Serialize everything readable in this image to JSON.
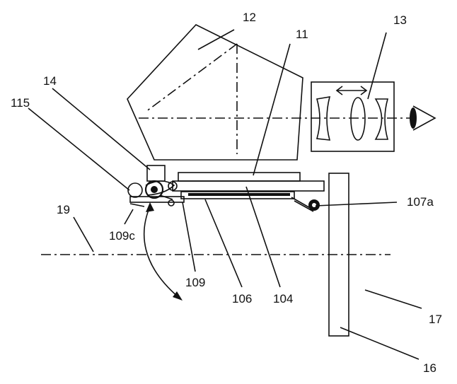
{
  "labels": {
    "l12": "12",
    "l11": "11",
    "l13": "13",
    "l14": "14",
    "l115": "115",
    "l107a": "107a",
    "l19": "19",
    "l109c": "109c",
    "l109": "109",
    "l106": "106",
    "l104": "104",
    "l17": "17",
    "l16": "16"
  },
  "colors": {
    "ink": "#111111",
    "background": "#ffffff"
  }
}
